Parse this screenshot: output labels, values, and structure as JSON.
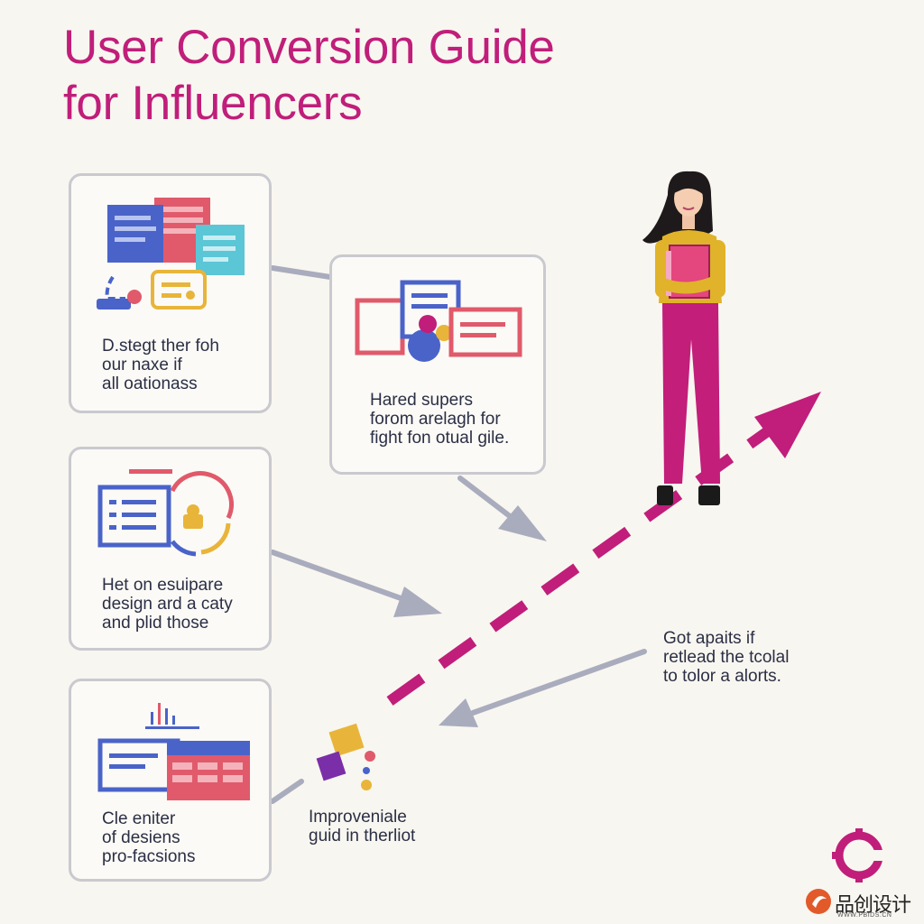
{
  "title": {
    "line1": "User Conversion Guide",
    "line2": "for Influencers"
  },
  "cards": [
    {
      "lines": [
        "D.stegt ther foh",
        "our naxe if",
        "all oationass"
      ]
    },
    {
      "lines": [
        "Hared supers",
        "forom arelagh for",
        "fight fon otual gile."
      ]
    },
    {
      "lines": [
        "Het on esuipare",
        "design ard a caty",
        "and plid those"
      ]
    },
    {
      "lines": [
        "Cle eniter",
        "of desiens",
        "pro-facsions"
      ]
    }
  ],
  "side_note": {
    "lines": [
      "Got apaits if",
      "retlead the tcolal",
      "to tolor a alorts."
    ]
  },
  "bottom_note": {
    "lines": [
      "Improveniale",
      "guid in therliot"
    ]
  },
  "watermark": {
    "text": "品创设计",
    "site": "WWW.PBIDS.CN"
  },
  "colors": {
    "accent": "#c01e7a",
    "connector": "#a9acbd",
    "card_border": "#c9c9cf",
    "blue": "#4a63c9",
    "red": "#e05a6b",
    "yellow": "#e8b53a",
    "teal": "#5bc6d6",
    "sweater": "#e0b32a",
    "pants": "#c21e7a"
  },
  "icons": [
    "document-stack-icon",
    "layout-icon",
    "target-form-icon",
    "chart-table-icon",
    "shapes-icon",
    "brand-logo-icon"
  ]
}
